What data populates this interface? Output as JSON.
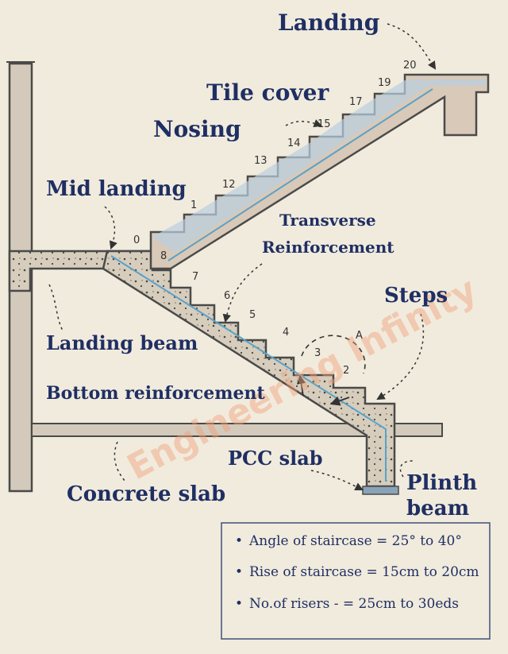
{
  "labels": {
    "landing": "Landing",
    "tile_cover": "Tile cover",
    "nosing": "Nosing",
    "mid_landing": "Mid landing",
    "transverse_1": "Transverse",
    "transverse_2": "Reinforcement",
    "steps": "Steps",
    "landing_beam": "Landing beam",
    "bottom_reinforcement": "Bottom reinforcement",
    "pcc_slab": "PCC slab",
    "concrete_slab": "Concrete slab",
    "plinth_1": "Plinth",
    "plinth_2": "beam",
    "detail_a": "A"
  },
  "step_numbers": {
    "n0": "0",
    "n1": "1",
    "n2": "2",
    "n3": "3",
    "n4": "4",
    "n5": "5",
    "n6": "6",
    "n7": "7",
    "n8": "8",
    "n12": "12",
    "n13": "13",
    "n14": "14",
    "n15": "15",
    "n17": "17",
    "n19": "19",
    "n20": "20"
  },
  "watermark": "Engineering Infinity",
  "notes": [
    "Angle of staircase = 25° to 40°",
    "Rise of staircase = 15cm to 20cm",
    "No.of risers - = 25cm to 30eds"
  ],
  "colors": {
    "background": "#f1ebdd",
    "label": "#1f2f63",
    "concrete": "#d6cdbd",
    "tile": "#b9cfe0",
    "rebar": "#5aa2c8",
    "outline": "#4a4a4a",
    "watermark": "#f0a27a"
  }
}
